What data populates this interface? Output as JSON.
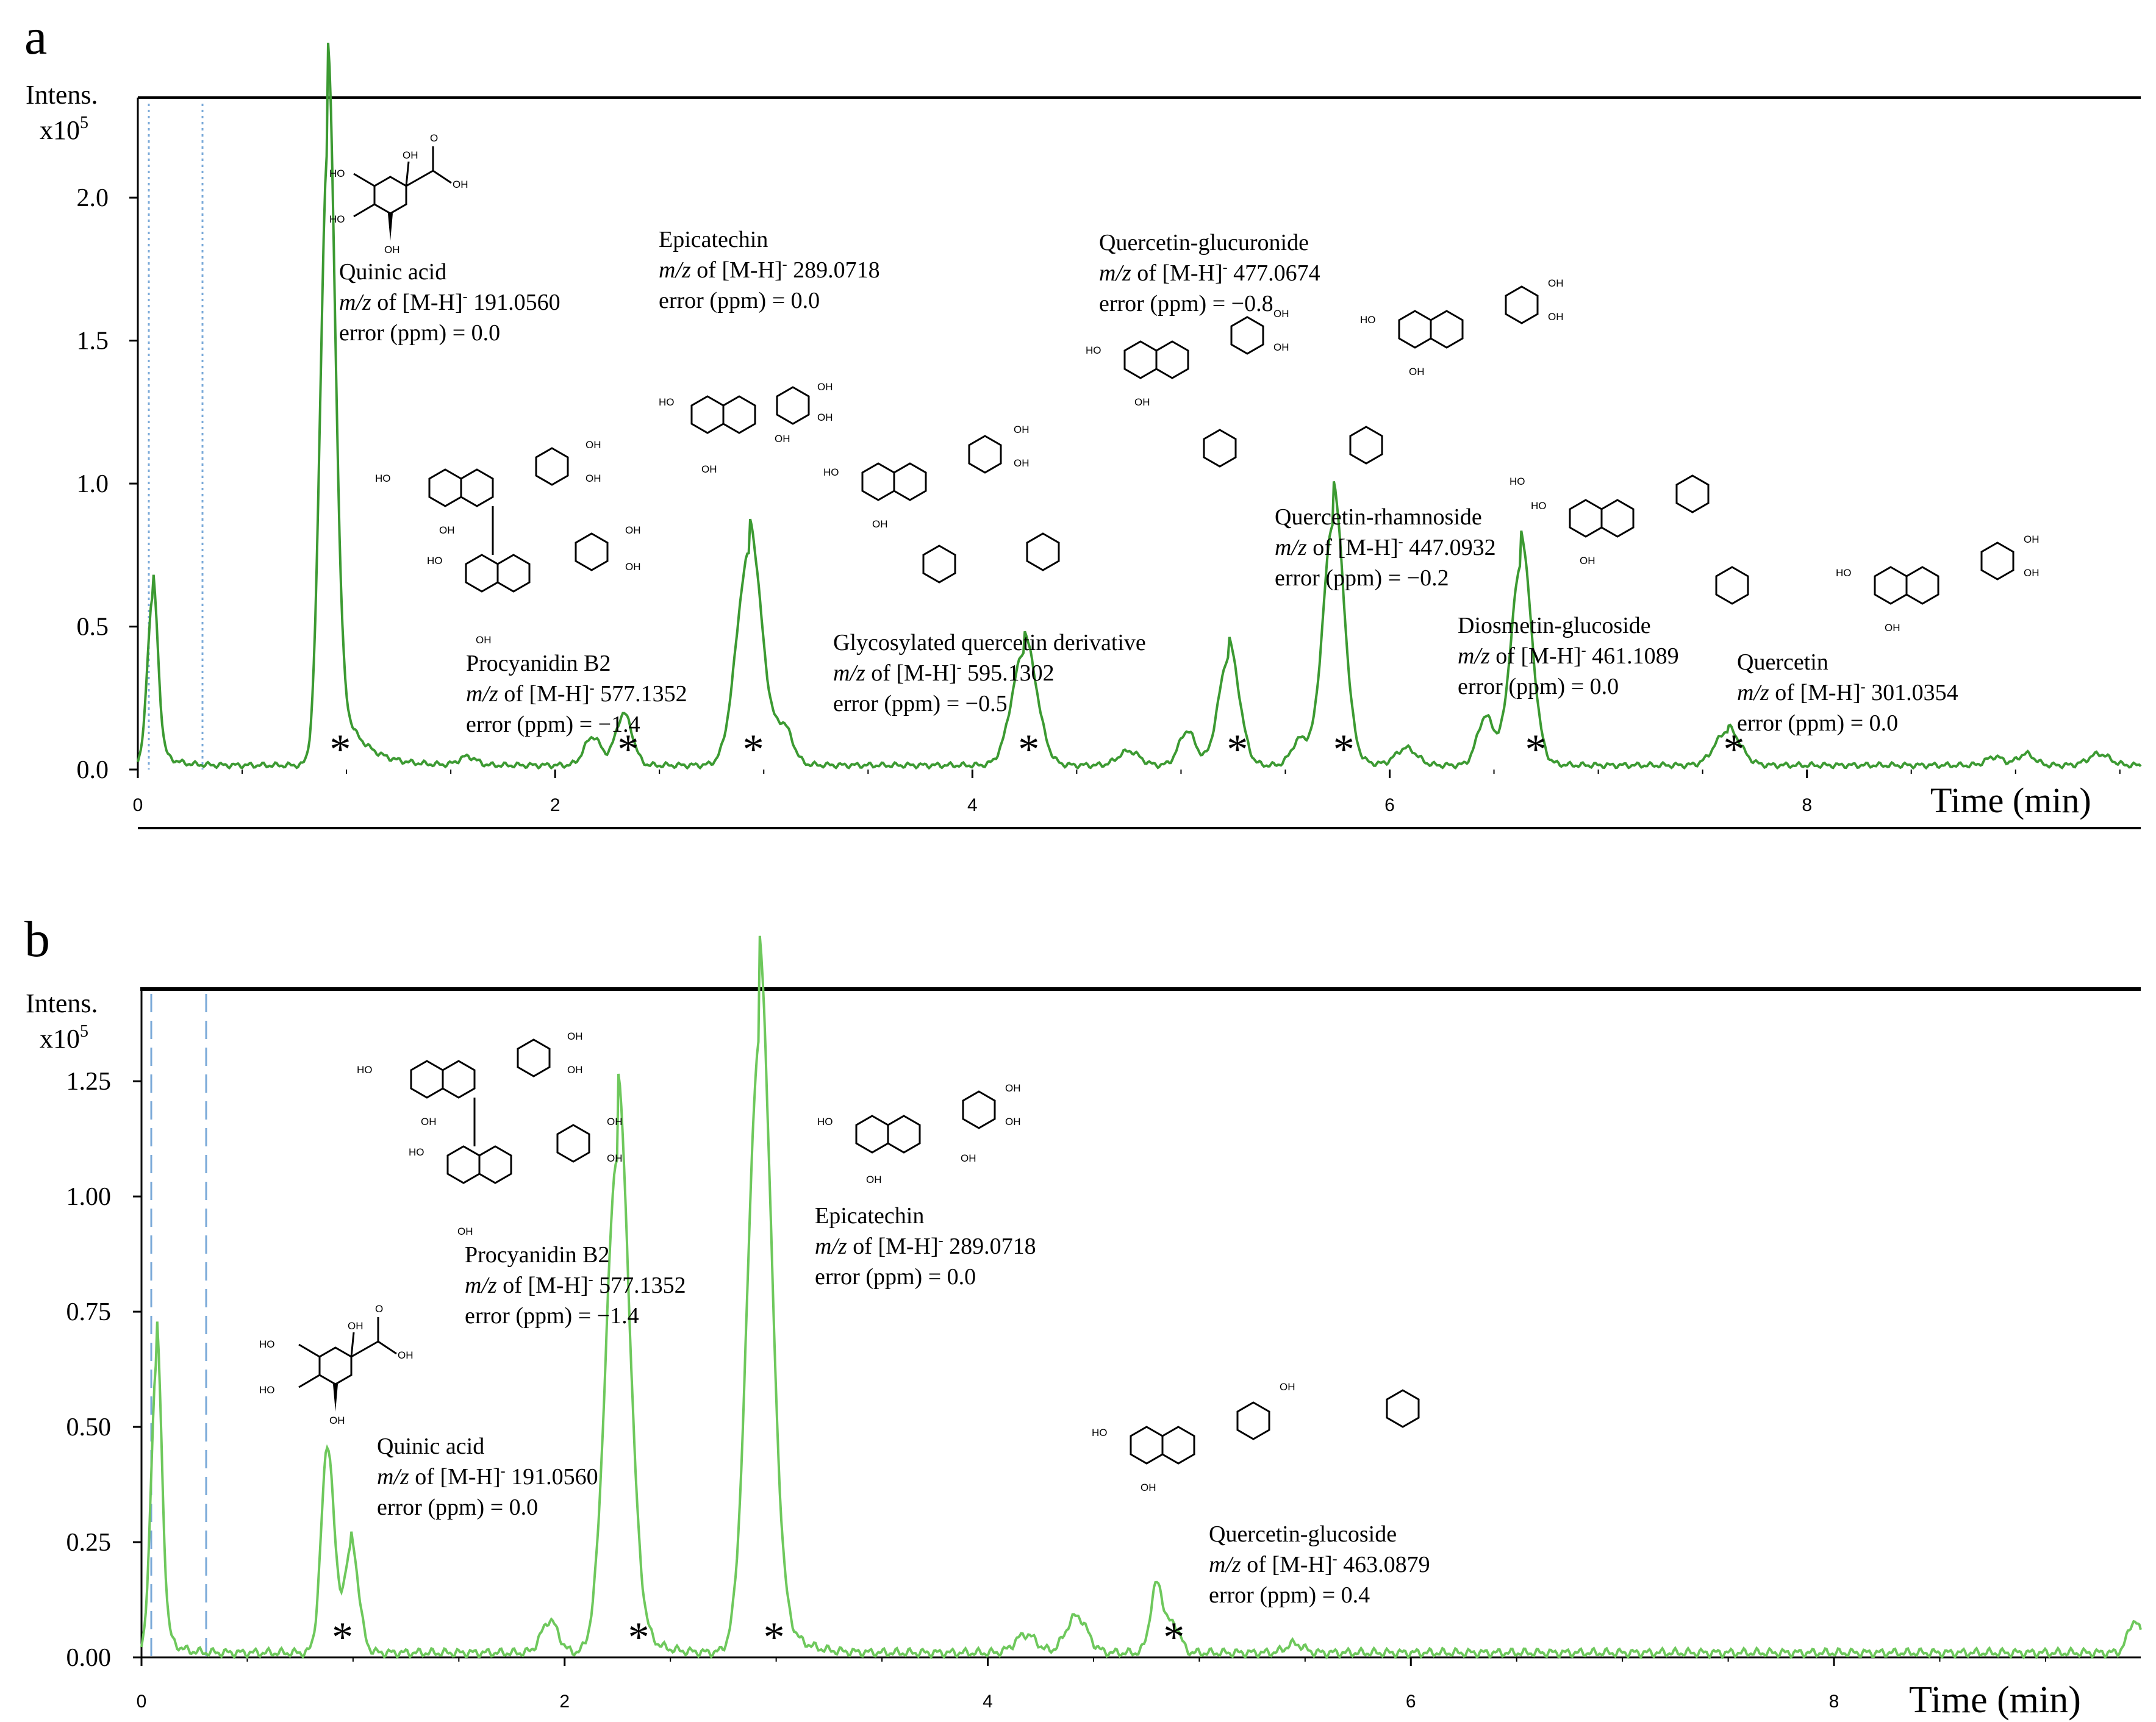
{
  "chart_data": [
    {
      "panel_label": "a",
      "type": "line",
      "ylabel_line1": "Intens.",
      "ylabel_line2": "x10",
      "ylabel_exp": "5",
      "xlabel": "Time (min)",
      "xlim": [
        0,
        9.6
      ],
      "ylim": [
        0,
        2.35
      ],
      "xticks": [
        "0",
        "2",
        "4",
        "6",
        "8"
      ],
      "yticks": [
        "0.0",
        "0.5",
        "1.0",
        "1.5",
        "2.0"
      ],
      "line_color": "#3c9a32",
      "baseline": 0.015,
      "peaks": [
        {
          "t": 0.07,
          "h": 0.58,
          "w": 0.025,
          "tail": 0.06
        },
        {
          "t": 0.91,
          "h": 2.15,
          "w": 0.035,
          "tail": 0.11
        },
        {
          "t": 1.58,
          "h": 0.03,
          "w": 0.04,
          "tail": 0.0
        },
        {
          "t": 2.18,
          "h": 0.1,
          "w": 0.04,
          "tail": 0.0
        },
        {
          "t": 2.33,
          "h": 0.18,
          "w": 0.04,
          "tail": 0.0
        },
        {
          "t": 2.93,
          "h": 0.74,
          "w": 0.06,
          "tail": 0.07
        },
        {
          "t": 3.1,
          "h": 0.12,
          "w": 0.04,
          "tail": 0.0
        },
        {
          "t": 4.25,
          "h": 0.4,
          "w": 0.06,
          "tail": 0.04
        },
        {
          "t": 4.75,
          "h": 0.05,
          "w": 0.05,
          "tail": 0.0
        },
        {
          "t": 5.03,
          "h": 0.12,
          "w": 0.04,
          "tail": 0.0
        },
        {
          "t": 5.23,
          "h": 0.38,
          "w": 0.05,
          "tail": 0.03
        },
        {
          "t": 5.57,
          "h": 0.09,
          "w": 0.04,
          "tail": 0.0
        },
        {
          "t": 5.73,
          "h": 0.85,
          "w": 0.05,
          "tail": 0.06
        },
        {
          "t": 6.08,
          "h": 0.06,
          "w": 0.05,
          "tail": 0.0
        },
        {
          "t": 6.46,
          "h": 0.17,
          "w": 0.04,
          "tail": 0.0
        },
        {
          "t": 6.63,
          "h": 0.7,
          "w": 0.05,
          "tail": 0.05
        },
        {
          "t": 7.62,
          "h": 0.12,
          "w": 0.06,
          "tail": 0.03
        },
        {
          "t": 8.9,
          "h": 0.03,
          "w": 0.04,
          "tail": 0.0
        },
        {
          "t": 9.05,
          "h": 0.04,
          "w": 0.04,
          "tail": 0.0
        },
        {
          "t": 9.4,
          "h": 0.04,
          "w": 0.05,
          "tail": 0.0
        }
      ],
      "asterisk_times": [
        0.97,
        2.35,
        2.95,
        4.27,
        5.27,
        5.78,
        6.7,
        7.65
      ],
      "annotations": [
        {
          "name": "Quinic acid",
          "mz": "191.0560",
          "err": "0.0"
        },
        {
          "name": "Epicatechin",
          "mz": "289.0718",
          "err": "0.0"
        },
        {
          "name": "Quercetin-glucuronide",
          "mz": "477.0674",
          "err": "−0.8"
        },
        {
          "name": "Procyanidin B2",
          "mz": "577.1352",
          "err": "−1.4"
        },
        {
          "name": "Glycosylated quercetin derivative",
          "mz": "595.1302",
          "err": "−0.5"
        },
        {
          "name": "Quercetin-rhamnoside",
          "mz": "447.0932",
          "err": "−0.2"
        },
        {
          "name": "Diosmetin-glucoside",
          "mz": "461.1089",
          "err": "0.0"
        },
        {
          "name": "Quercetin",
          "mz": "301.0354",
          "err": "0.0"
        }
      ]
    },
    {
      "panel_label": "b",
      "type": "line",
      "ylabel_line1": "Intens.",
      "ylabel_line2": "x10",
      "ylabel_exp": "5",
      "xlabel": "Time (min)",
      "xlim": [
        0,
        9.45
      ],
      "ylim": [
        0,
        1.45
      ],
      "xticks": [
        "0",
        "2",
        "4",
        "6",
        "8"
      ],
      "yticks": [
        "0.00",
        "0.25",
        "0.50",
        "0.75",
        "1.00",
        "1.25"
      ],
      "line_color": "#6ec85c",
      "baseline": 0.01,
      "peaks": [
        {
          "t": 0.07,
          "h": 0.62,
          "w": 0.025,
          "tail": 0.05
        },
        {
          "t": 0.88,
          "h": 0.45,
          "w": 0.03,
          "tail": 0.0
        },
        {
          "t": 0.99,
          "h": 0.22,
          "w": 0.035,
          "tail": 0.03
        },
        {
          "t": 1.93,
          "h": 0.07,
          "w": 0.04,
          "tail": 0.0
        },
        {
          "t": 2.25,
          "h": 1.08,
          "w": 0.055,
          "tail": 0.08
        },
        {
          "t": 2.92,
          "h": 1.32,
          "w": 0.055,
          "tail": 0.09
        },
        {
          "t": 4.18,
          "h": 0.04,
          "w": 0.05,
          "tail": 0.0
        },
        {
          "t": 4.42,
          "h": 0.08,
          "w": 0.05,
          "tail": 0.0
        },
        {
          "t": 4.8,
          "h": 0.15,
          "w": 0.03,
          "tail": 0.0
        },
        {
          "t": 4.88,
          "h": 0.06,
          "w": 0.03,
          "tail": 0.0
        },
        {
          "t": 5.45,
          "h": 0.02,
          "w": 0.04,
          "tail": 0.0
        },
        {
          "t": 9.42,
          "h": 0.07,
          "w": 0.03,
          "tail": 0.0
        }
      ],
      "asterisk_times": [
        0.95,
        2.35,
        2.99,
        4.88
      ],
      "annotations": [
        {
          "name": "Procyanidin B2",
          "mz": "577.1352",
          "err": "−1.4"
        },
        {
          "name": "Epicatechin",
          "mz": "289.0718",
          "err": "0.0"
        },
        {
          "name": "Quinic acid",
          "mz": "191.0560",
          "err": "0.0"
        },
        {
          "name": "Quercetin-glucoside",
          "mz": "463.0879",
          "err": "0.4"
        }
      ]
    }
  ],
  "text": {
    "mz_word": "m/z",
    "mz_mid": " of [M-H]",
    "err_label": "error (ppm) = ",
    "oh": "OH",
    "ho": "HO",
    "o": "O"
  }
}
